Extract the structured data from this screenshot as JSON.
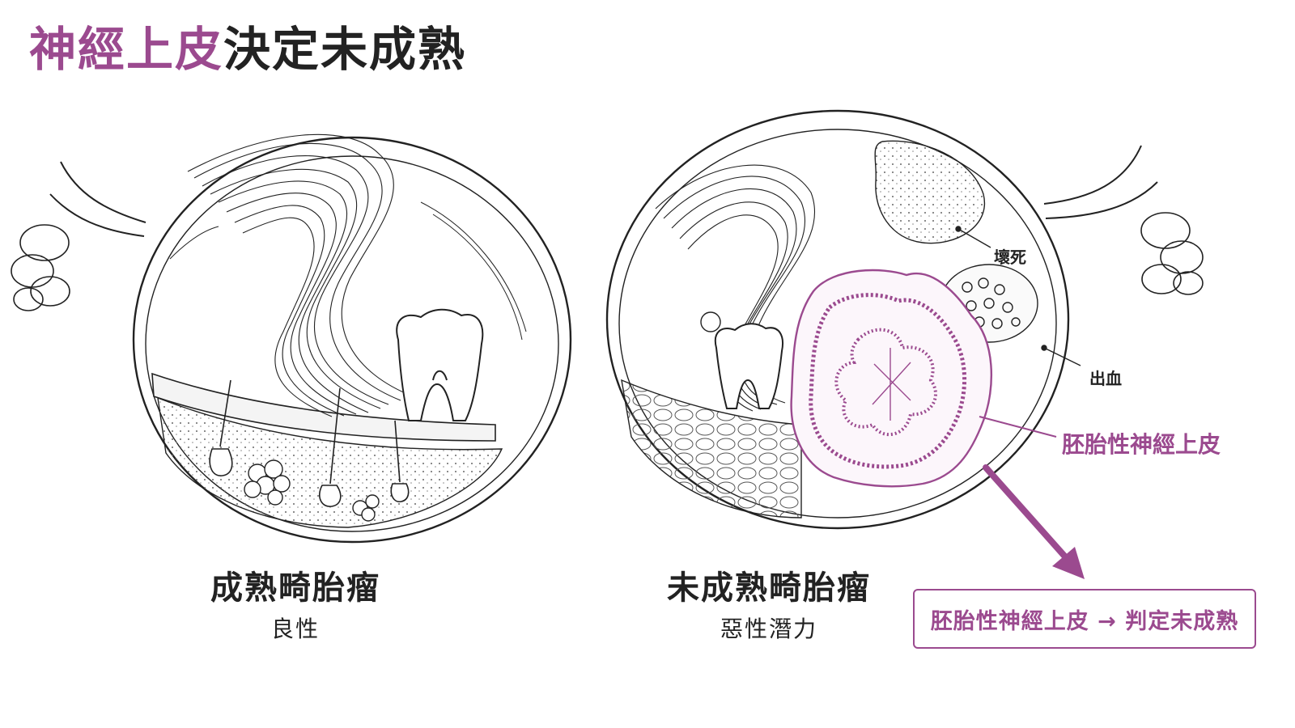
{
  "title": {
    "accent": "神經上皮",
    "rest": "決定未成熟"
  },
  "left": {
    "name": "成熟畸胎瘤",
    "subtitle": "良性"
  },
  "right": {
    "name": "未成熟畸胎瘤",
    "subtitle": "惡性潛力"
  },
  "callouts": {
    "necrosis": "壞死",
    "hemorrhage": "出血",
    "neuroepithelium": "胚胎性神經上皮"
  },
  "verdict": "胚胎性神經上皮 → 判定未成熟",
  "colors": {
    "accent": "#9b4a8f",
    "ink": "#222222"
  }
}
